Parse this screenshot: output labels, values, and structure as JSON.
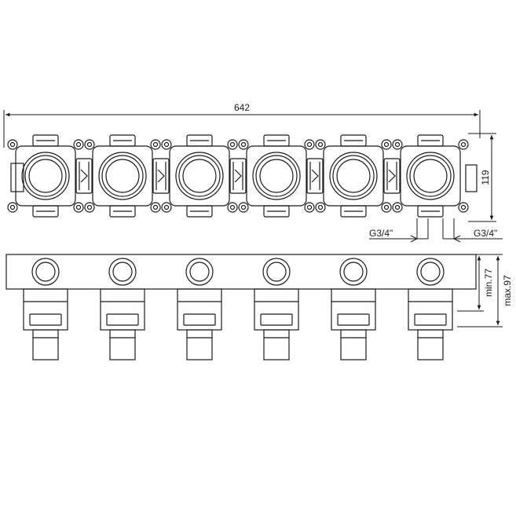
{
  "dimensions": {
    "overall_width": "642",
    "height_top": "119",
    "thread_left": "G3/4\"",
    "thread_right": "G3/4\"",
    "depth_min": "min.77",
    "depth_max": "max.97"
  },
  "modules": {
    "count": 6
  },
  "colors": {
    "line": "#1a1a1a",
    "background": "#ffffff"
  }
}
